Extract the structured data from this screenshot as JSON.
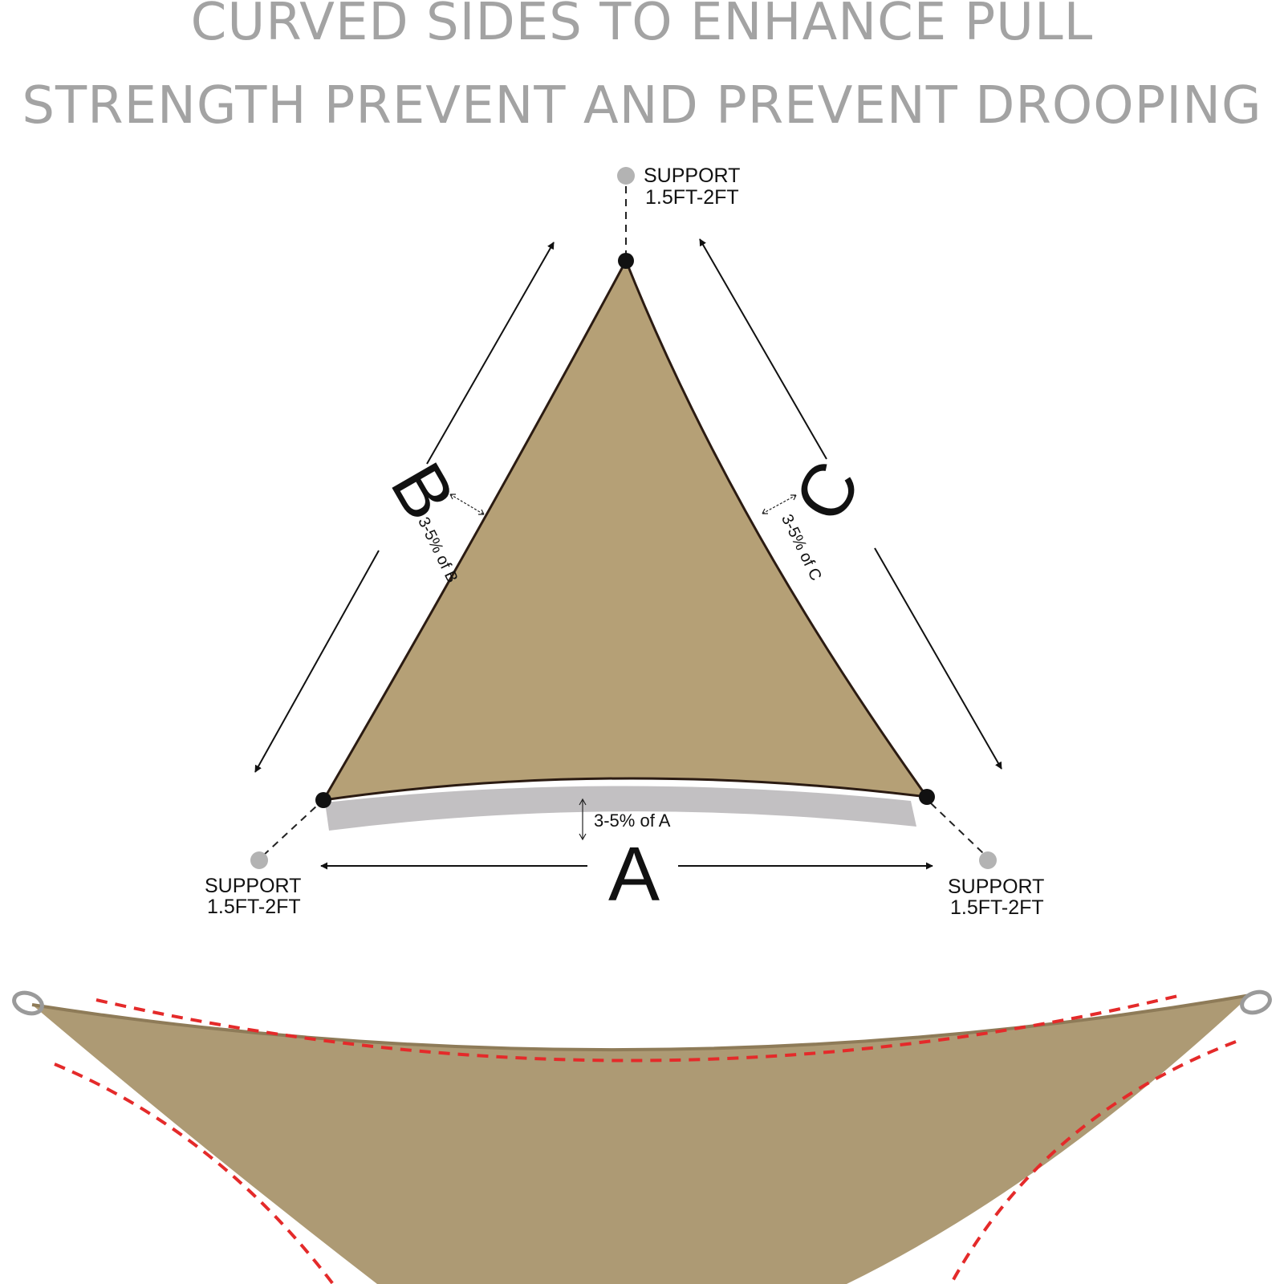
{
  "headline": {
    "line1": "CURVED SIDES TO ENHANCE PULL",
    "line2": "STRENGTH PREVENT AND PREVENT DROOPING"
  },
  "sides": {
    "a": "A",
    "b": "B",
    "c": "C"
  },
  "curve_notes": {
    "a": "3-5% of A",
    "b": "3-5% of B",
    "c": "3-5% of C"
  },
  "supports": [
    {
      "label": "SUPPORT",
      "length": "1.5FT-2FT"
    },
    {
      "label": "SUPPORT",
      "length": "1.5FT-2FT"
    },
    {
      "label": "SUPPORT",
      "length": "1.5FT-2FT"
    }
  ],
  "colors": {
    "fabric": "#b5a076",
    "fabric_photo": "#ad9a74",
    "shadow": "#c2c0c2",
    "support_point": "#b3b3b3",
    "dash_red": "#e42a2a",
    "headline": "#a3a3a3"
  }
}
